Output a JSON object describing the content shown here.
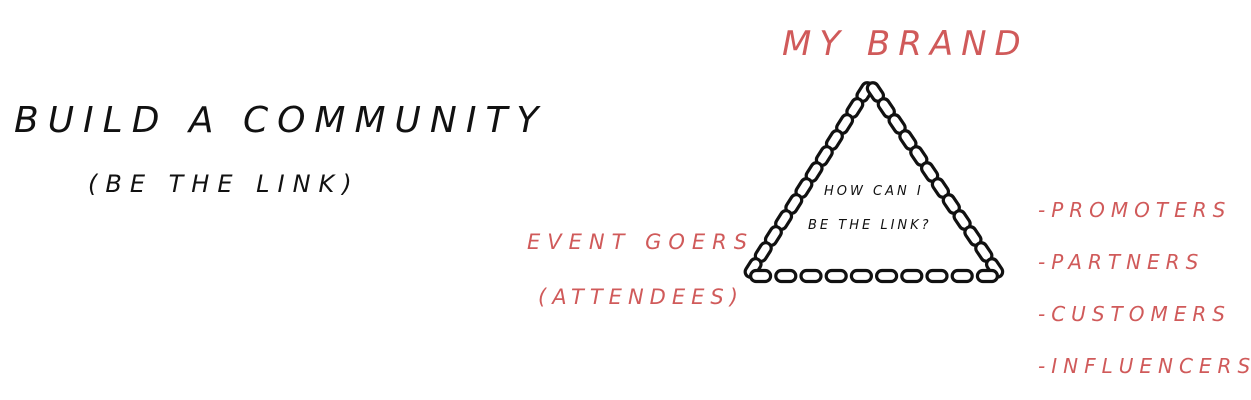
{
  "canvas": {
    "background": "#ffffff",
    "ink_color": "#111111",
    "accent_color": "#d05a5a"
  },
  "heading": {
    "title": "BUILD A COMMUNITY",
    "subtitle": "(BE THE LINK)"
  },
  "triangle": {
    "top_label": "MY BRAND",
    "center_question_line1": "HOW CAN I",
    "center_question_line2": "BE THE LINK?",
    "left_label_line1": "EVENT GOERS",
    "left_label_line2": "(ATTENDEES)",
    "right_labels": [
      "-PROMOTERS",
      "-PARTNERS",
      "-CUSTOMERS",
      "-INFLUENCERS"
    ],
    "edge_icon": "chain-link-icon"
  }
}
